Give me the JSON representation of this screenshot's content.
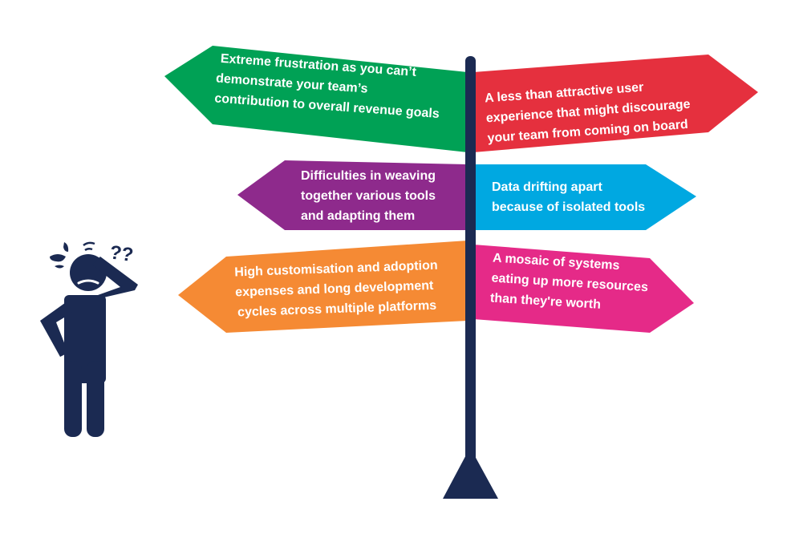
{
  "colors": {
    "pole": "#1b2a52",
    "green": "#00a155",
    "red": "#e5303e",
    "purple": "#8e2a8c",
    "cyan": "#00a8e1",
    "orange": "#f58a34",
    "pink": "#e52a88",
    "figure": "#1b2a52"
  },
  "figure": {
    "question_marks": "??"
  },
  "signs": [
    {
      "id": "green",
      "lines": [
        "Extreme frustration as you can’t",
        "demonstrate your team’s",
        "contribution to overall revenue goals"
      ]
    },
    {
      "id": "red",
      "lines": [
        "A less than attractive user",
        "experience that might discourage",
        "your team from coming on board"
      ]
    },
    {
      "id": "purple",
      "lines": [
        "Difficulties in weaving",
        "together various tools",
        "and adapting them"
      ]
    },
    {
      "id": "cyan",
      "lines": [
        "Data drifting apart",
        "because of isolated tools"
      ]
    },
    {
      "id": "orange",
      "lines": [
        "High customisation and adoption",
        "expenses and long development",
        "cycles across multiple platforms"
      ]
    },
    {
      "id": "pink",
      "lines": [
        "A mosaic of systems",
        "eating up more resources",
        "than they're worth"
      ]
    }
  ]
}
